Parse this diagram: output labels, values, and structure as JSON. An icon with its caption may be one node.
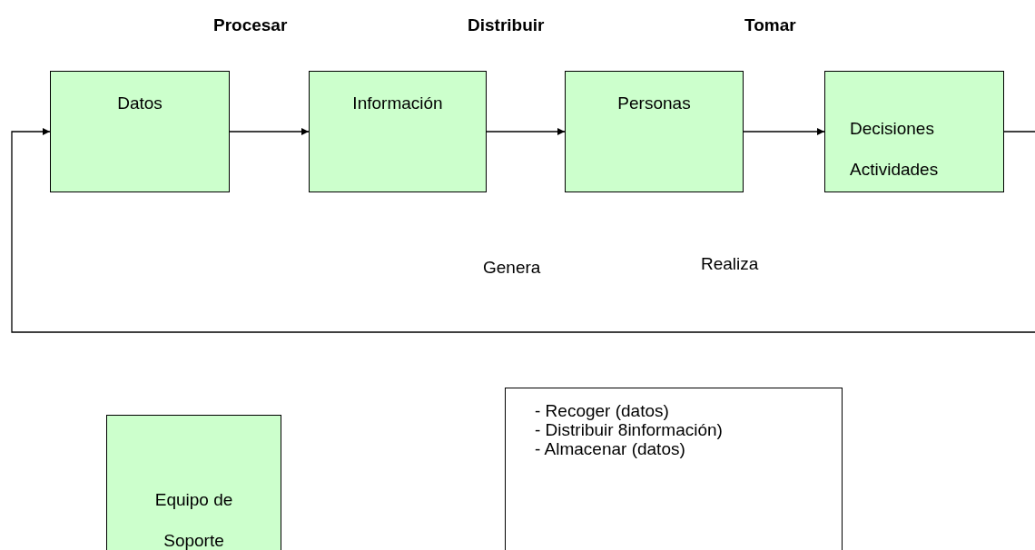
{
  "diagram": {
    "nodes": [
      {
        "text": [
          "Datos"
        ]
      },
      {
        "text": [
          "Información"
        ]
      },
      {
        "text": [
          "Personas"
        ]
      },
      {
        "text": [
          "Decisiones Actividades"
        ]
      },
      {
        "text": [
          "Equipo de Soporte"
        ]
      },
      {
        "text": [
          "- Recoger (datos)",
          "- Distribuir 8información)",
          "- Almacenar (datos)"
        ]
      }
    ],
    "edges": [
      {
        "from": 0,
        "to": 1,
        "arrow": "to"
      },
      {
        "from": 1,
        "to": 2,
        "arrow": "to"
      },
      {
        "from": 2,
        "to": 3,
        "arrow": "to"
      },
      {
        "from": 3,
        "to": 0,
        "arrow": "to"
      }
    ],
    "labels": [
      "Procesar",
      "Distribuir",
      "Tomar",
      "Genera",
      "Realiza"
    ]
  }
}
